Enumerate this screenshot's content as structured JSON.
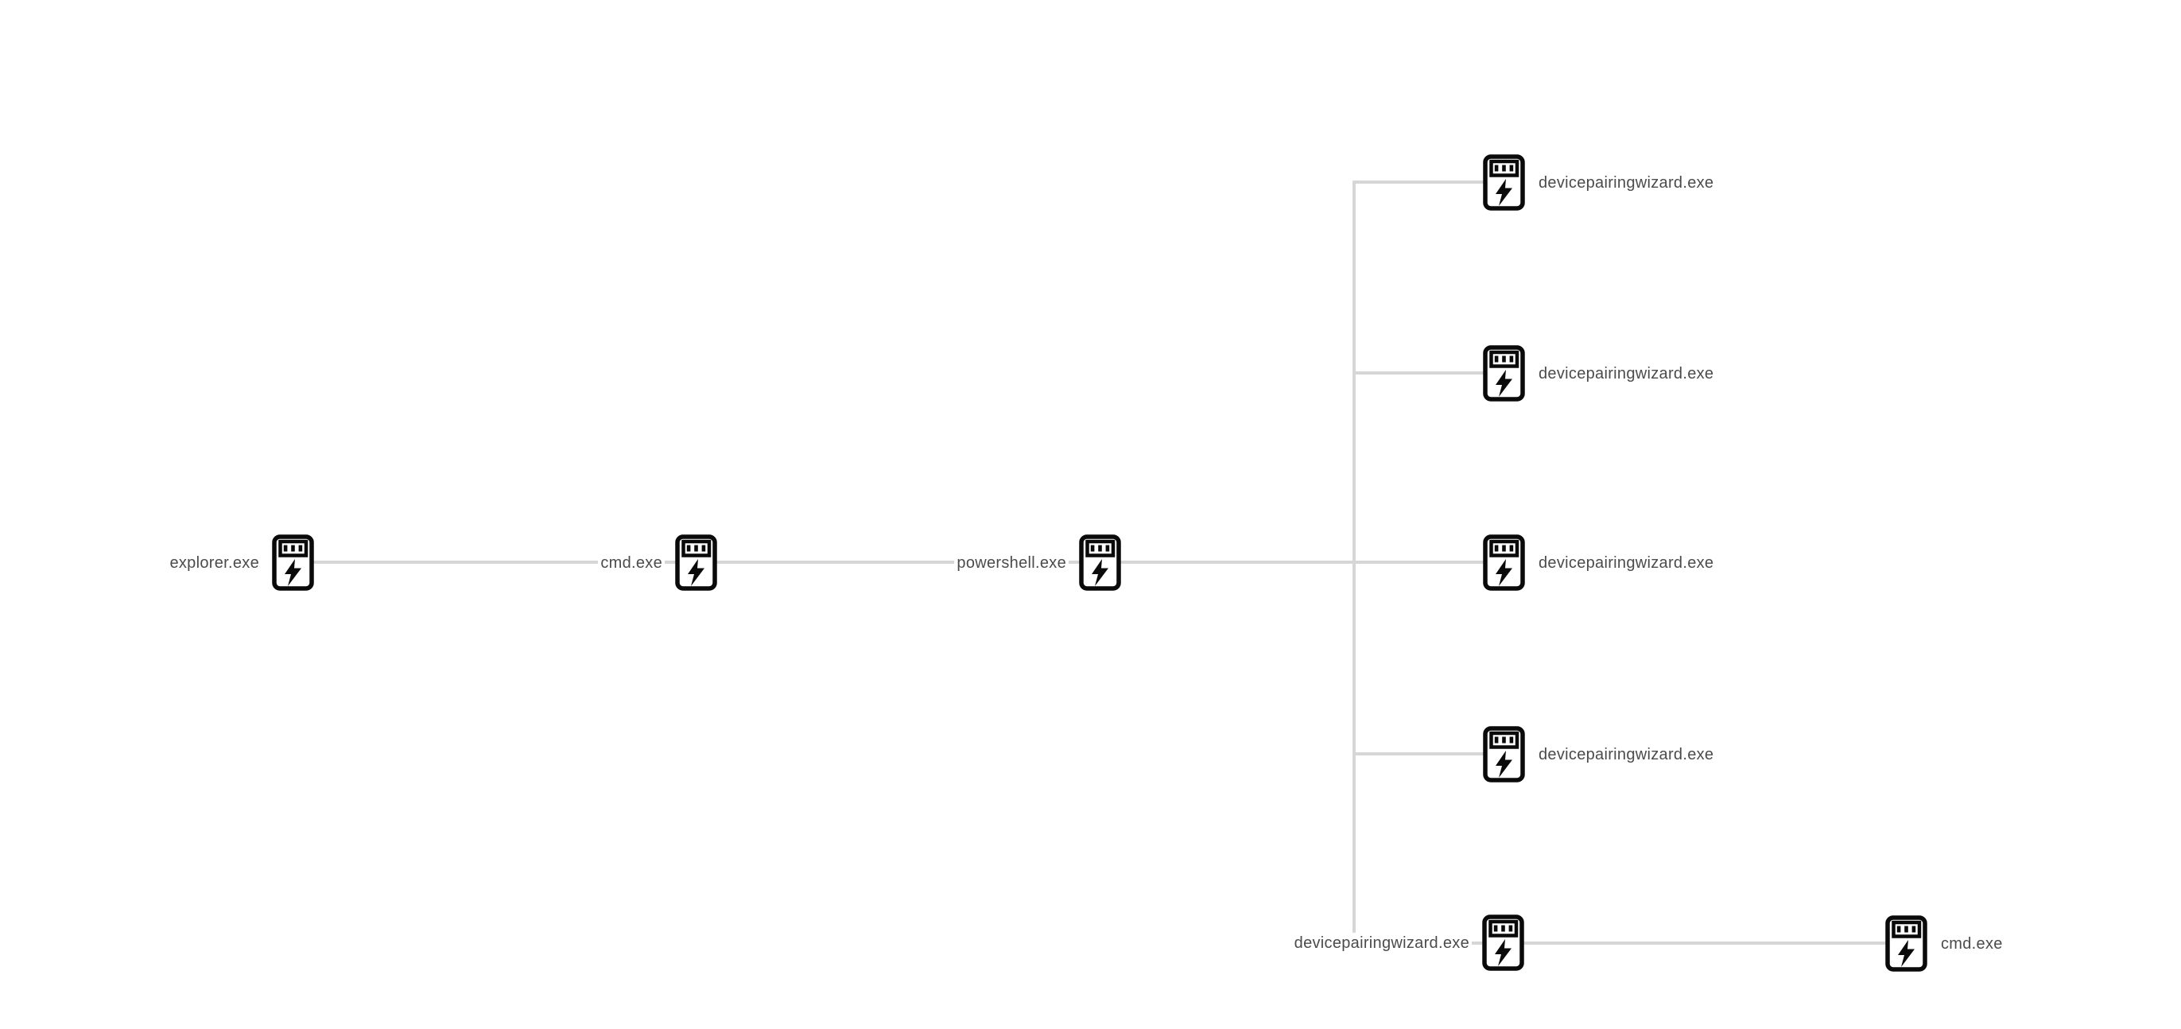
{
  "diagram": {
    "type": "process-tree",
    "background_color": "#ffffff",
    "edge_color": "#d6d6d6",
    "label_color": "#4b4b4b",
    "icon_color": "#0a0a0a",
    "node_icon": "executable-lightning-icon",
    "nodes": [
      {
        "id": "explorer",
        "label": "explorer.exe",
        "label_side": "left"
      },
      {
        "id": "cmd-1",
        "label": "cmd.exe",
        "label_side": "left"
      },
      {
        "id": "powershell",
        "label": "powershell.exe",
        "label_side": "left"
      },
      {
        "id": "dpw-1",
        "label": "devicepairingwizard.exe",
        "label_side": "right"
      },
      {
        "id": "dpw-2",
        "label": "devicepairingwizard.exe",
        "label_side": "right"
      },
      {
        "id": "dpw-3",
        "label": "devicepairingwizard.exe",
        "label_side": "right"
      },
      {
        "id": "dpw-4",
        "label": "devicepairingwizard.exe",
        "label_side": "right"
      },
      {
        "id": "dpw-5",
        "label": "devicepairingwizard.exe",
        "label_side": "left"
      },
      {
        "id": "cmd-2",
        "label": "cmd.exe",
        "label_side": "right"
      }
    ],
    "edges": [
      {
        "from": "explorer",
        "to": "cmd-1"
      },
      {
        "from": "cmd-1",
        "to": "powershell"
      },
      {
        "from": "powershell",
        "to": "dpw-1"
      },
      {
        "from": "powershell",
        "to": "dpw-2"
      },
      {
        "from": "powershell",
        "to": "dpw-3"
      },
      {
        "from": "powershell",
        "to": "dpw-4"
      },
      {
        "from": "powershell",
        "to": "dpw-5"
      },
      {
        "from": "dpw-5",
        "to": "cmd-2"
      }
    ]
  }
}
